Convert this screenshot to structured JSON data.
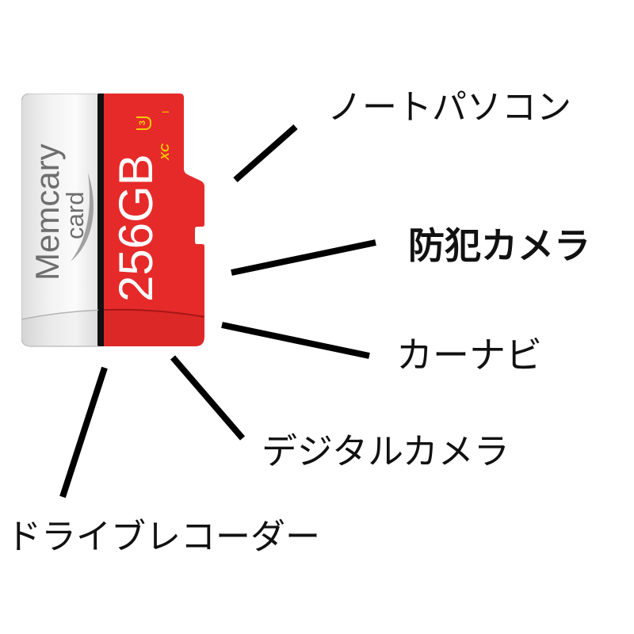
{
  "card": {
    "brand": "Memcary",
    "brand_sub": "card",
    "capacity": "256GB",
    "speed_class": "3",
    "type": "XC",
    "uhs": "I"
  },
  "uses": [
    {
      "label": "ノートパソコン"
    },
    {
      "label": "防犯カメラ"
    },
    {
      "label": "カーナビ"
    },
    {
      "label": "デジタルカメラ"
    },
    {
      "label": "ドライブレコーダー"
    }
  ],
  "colors": {
    "card_red": "#e62a2a",
    "card_panel": "#f2f2f2",
    "card_stripe": "#111111",
    "logo_gold": "#f6c800",
    "brand_text": "#6e6e6e",
    "callout_line": "#000000",
    "label_text": "#111111"
  }
}
